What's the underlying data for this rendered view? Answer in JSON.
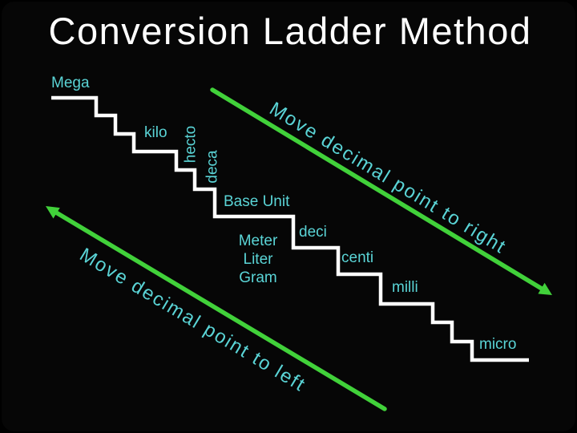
{
  "title": "Conversion Ladder Method",
  "ladder": {
    "mega": "Mega",
    "kilo": "kilo",
    "hecto": "hecto",
    "deca": "deca",
    "base_unit": "Base Unit",
    "base_examples": {
      "meter": "Meter",
      "liter": "Liter",
      "gram": "Gram"
    },
    "deci": "deci",
    "centi": "centi",
    "milli": "milli",
    "micro": "micro"
  },
  "annotations": {
    "right_arrow_label": "Move decimal point to right",
    "left_arrow_label": "Move decimal point to left"
  },
  "colors": {
    "background": "#060606",
    "title_white": "#ffffff",
    "label_cyan": "#5ad4d6",
    "ladder_white": "#ffffff",
    "arrow_green": "#41d13a"
  }
}
